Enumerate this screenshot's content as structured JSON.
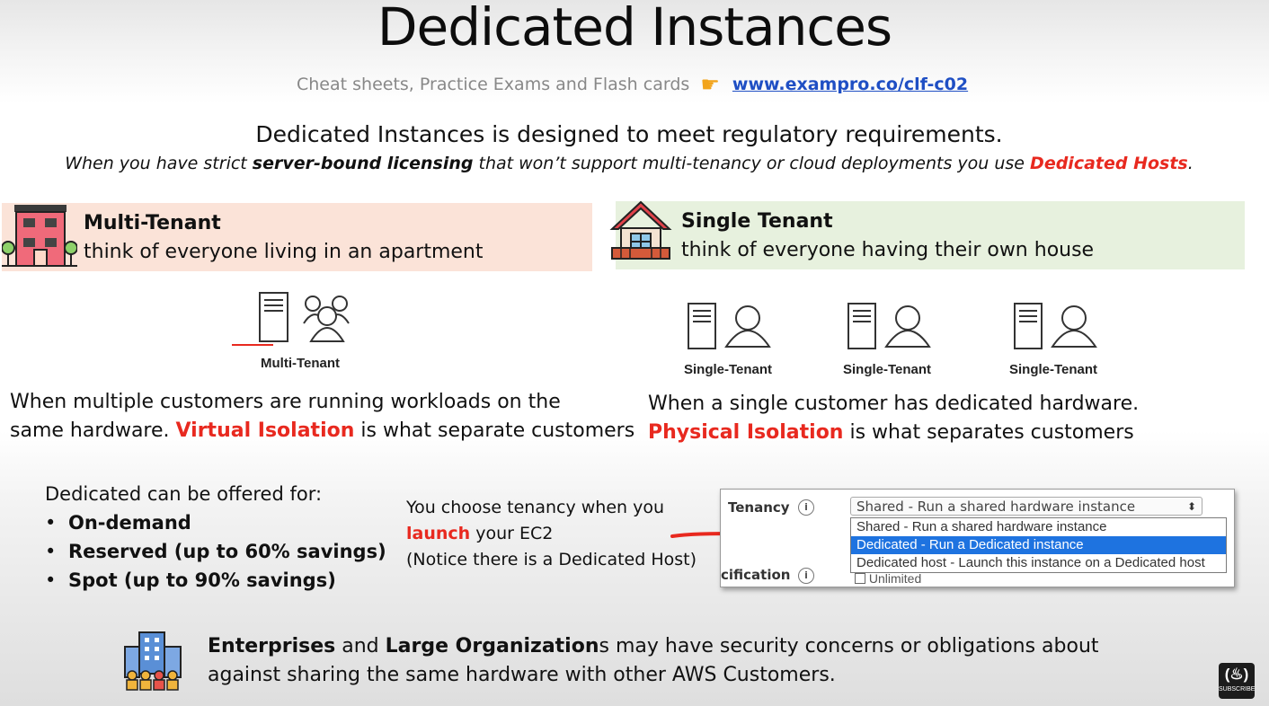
{
  "header": {
    "title": "Dedicated Instances",
    "subtitle": "Cheat sheets, Practice Exams and Flash cards",
    "link": "www.exampro.co/clf-c02"
  },
  "intro": {
    "line1": "Dedicated Instances is designed to meet regulatory requirements.",
    "line2_a": "When you have strict ",
    "line2_b": "server-bound licensing",
    "line2_c": " that won’t support multi-tenancy or cloud deployments you use ",
    "line2_d": "Dedicated Hosts",
    "line2_e": "."
  },
  "multi_tenant": {
    "title": "Multi-Tenant",
    "analogy": "think of everyone living in an apartment",
    "caption": "Multi-Tenant",
    "desc_a": "When multiple customers are running workloads on the",
    "desc_b": "same hardware. ",
    "desc_red": "Virtual Isolation",
    "desc_c": " is what separate customers"
  },
  "single_tenant": {
    "title": "Single Tenant",
    "analogy": "think of everyone having their own house",
    "captions": [
      "Single-Tenant",
      "Single-Tenant",
      "Single-Tenant"
    ],
    "desc_a": "When a single customer has dedicated hardware.",
    "desc_red": "Physical Isolation",
    "desc_c": " is what separates customers"
  },
  "offered": {
    "heading": "Dedicated can be offered for:",
    "items": [
      "On-demand",
      "Reserved (up to 60% savings)",
      "Spot (up to 90% savings)"
    ]
  },
  "tenancy_note": {
    "line1": "You choose tenancy when you",
    "red": "launch",
    "line2": " your EC2",
    "line3": "(Notice there is a Dedicated Host)"
  },
  "console": {
    "tenancy_label": "Tenancy",
    "info": "i",
    "selected_value": "Shared - Run a shared hardware instance",
    "options": [
      "Shared - Run a shared hardware instance",
      "Dedicated - Run a Dedicated instance",
      "Dedicated host - Launch this instance on a Dedicated host"
    ],
    "highlighted_index": 1,
    "spec_label": "cification",
    "unlimited_label": "Unlimited"
  },
  "footer": {
    "b1": "Enterprises",
    "t1": " and ",
    "b2": "Large Organization",
    "t2": "s may have security concerns or obligations about",
    "line2": "against sharing the same hardware with other AWS Customers."
  },
  "badge": {
    "label": "SUBSCRIBE"
  },
  "colors": {
    "accent_red": "#e8291f",
    "link_blue": "#1f4fc4",
    "select_blue": "#1e73e0",
    "multi_bg": "#fbe3d8",
    "single_bg": "#e7f1de"
  }
}
